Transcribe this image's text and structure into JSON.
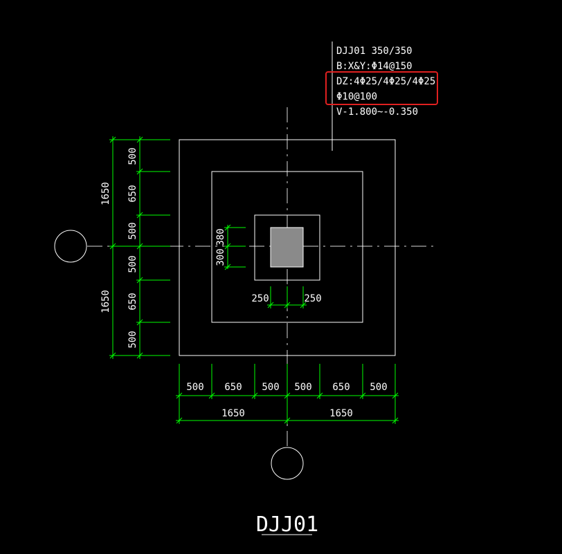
{
  "colors": {
    "background": "#000000",
    "outline": "#ffffff",
    "dimension": "#00ff00",
    "axis": "#d8d8d8",
    "column": "#8a8a8a",
    "highlight": "#e02020"
  },
  "annotation": {
    "lines": [
      "DJJ01 350/350",
      "B:X&Y:Φ14@150",
      "DZ:4Φ25/4Φ25/4Φ25",
      "Φ10@100",
      "V-1.800~-0.350"
    ]
  },
  "dimensions": {
    "left_outer": [
      "1650",
      "1650"
    ],
    "left_inner": [
      "500",
      "650",
      "500",
      "500",
      "650",
      "500"
    ],
    "column_vertical": [
      "300",
      "380"
    ],
    "column_horizontal": [
      "250",
      "250"
    ],
    "bottom_inner": [
      "500",
      "650",
      "500",
      "500",
      "650",
      "500"
    ],
    "bottom_outer": [
      "1650",
      "1650"
    ]
  },
  "title": "DJJ01"
}
